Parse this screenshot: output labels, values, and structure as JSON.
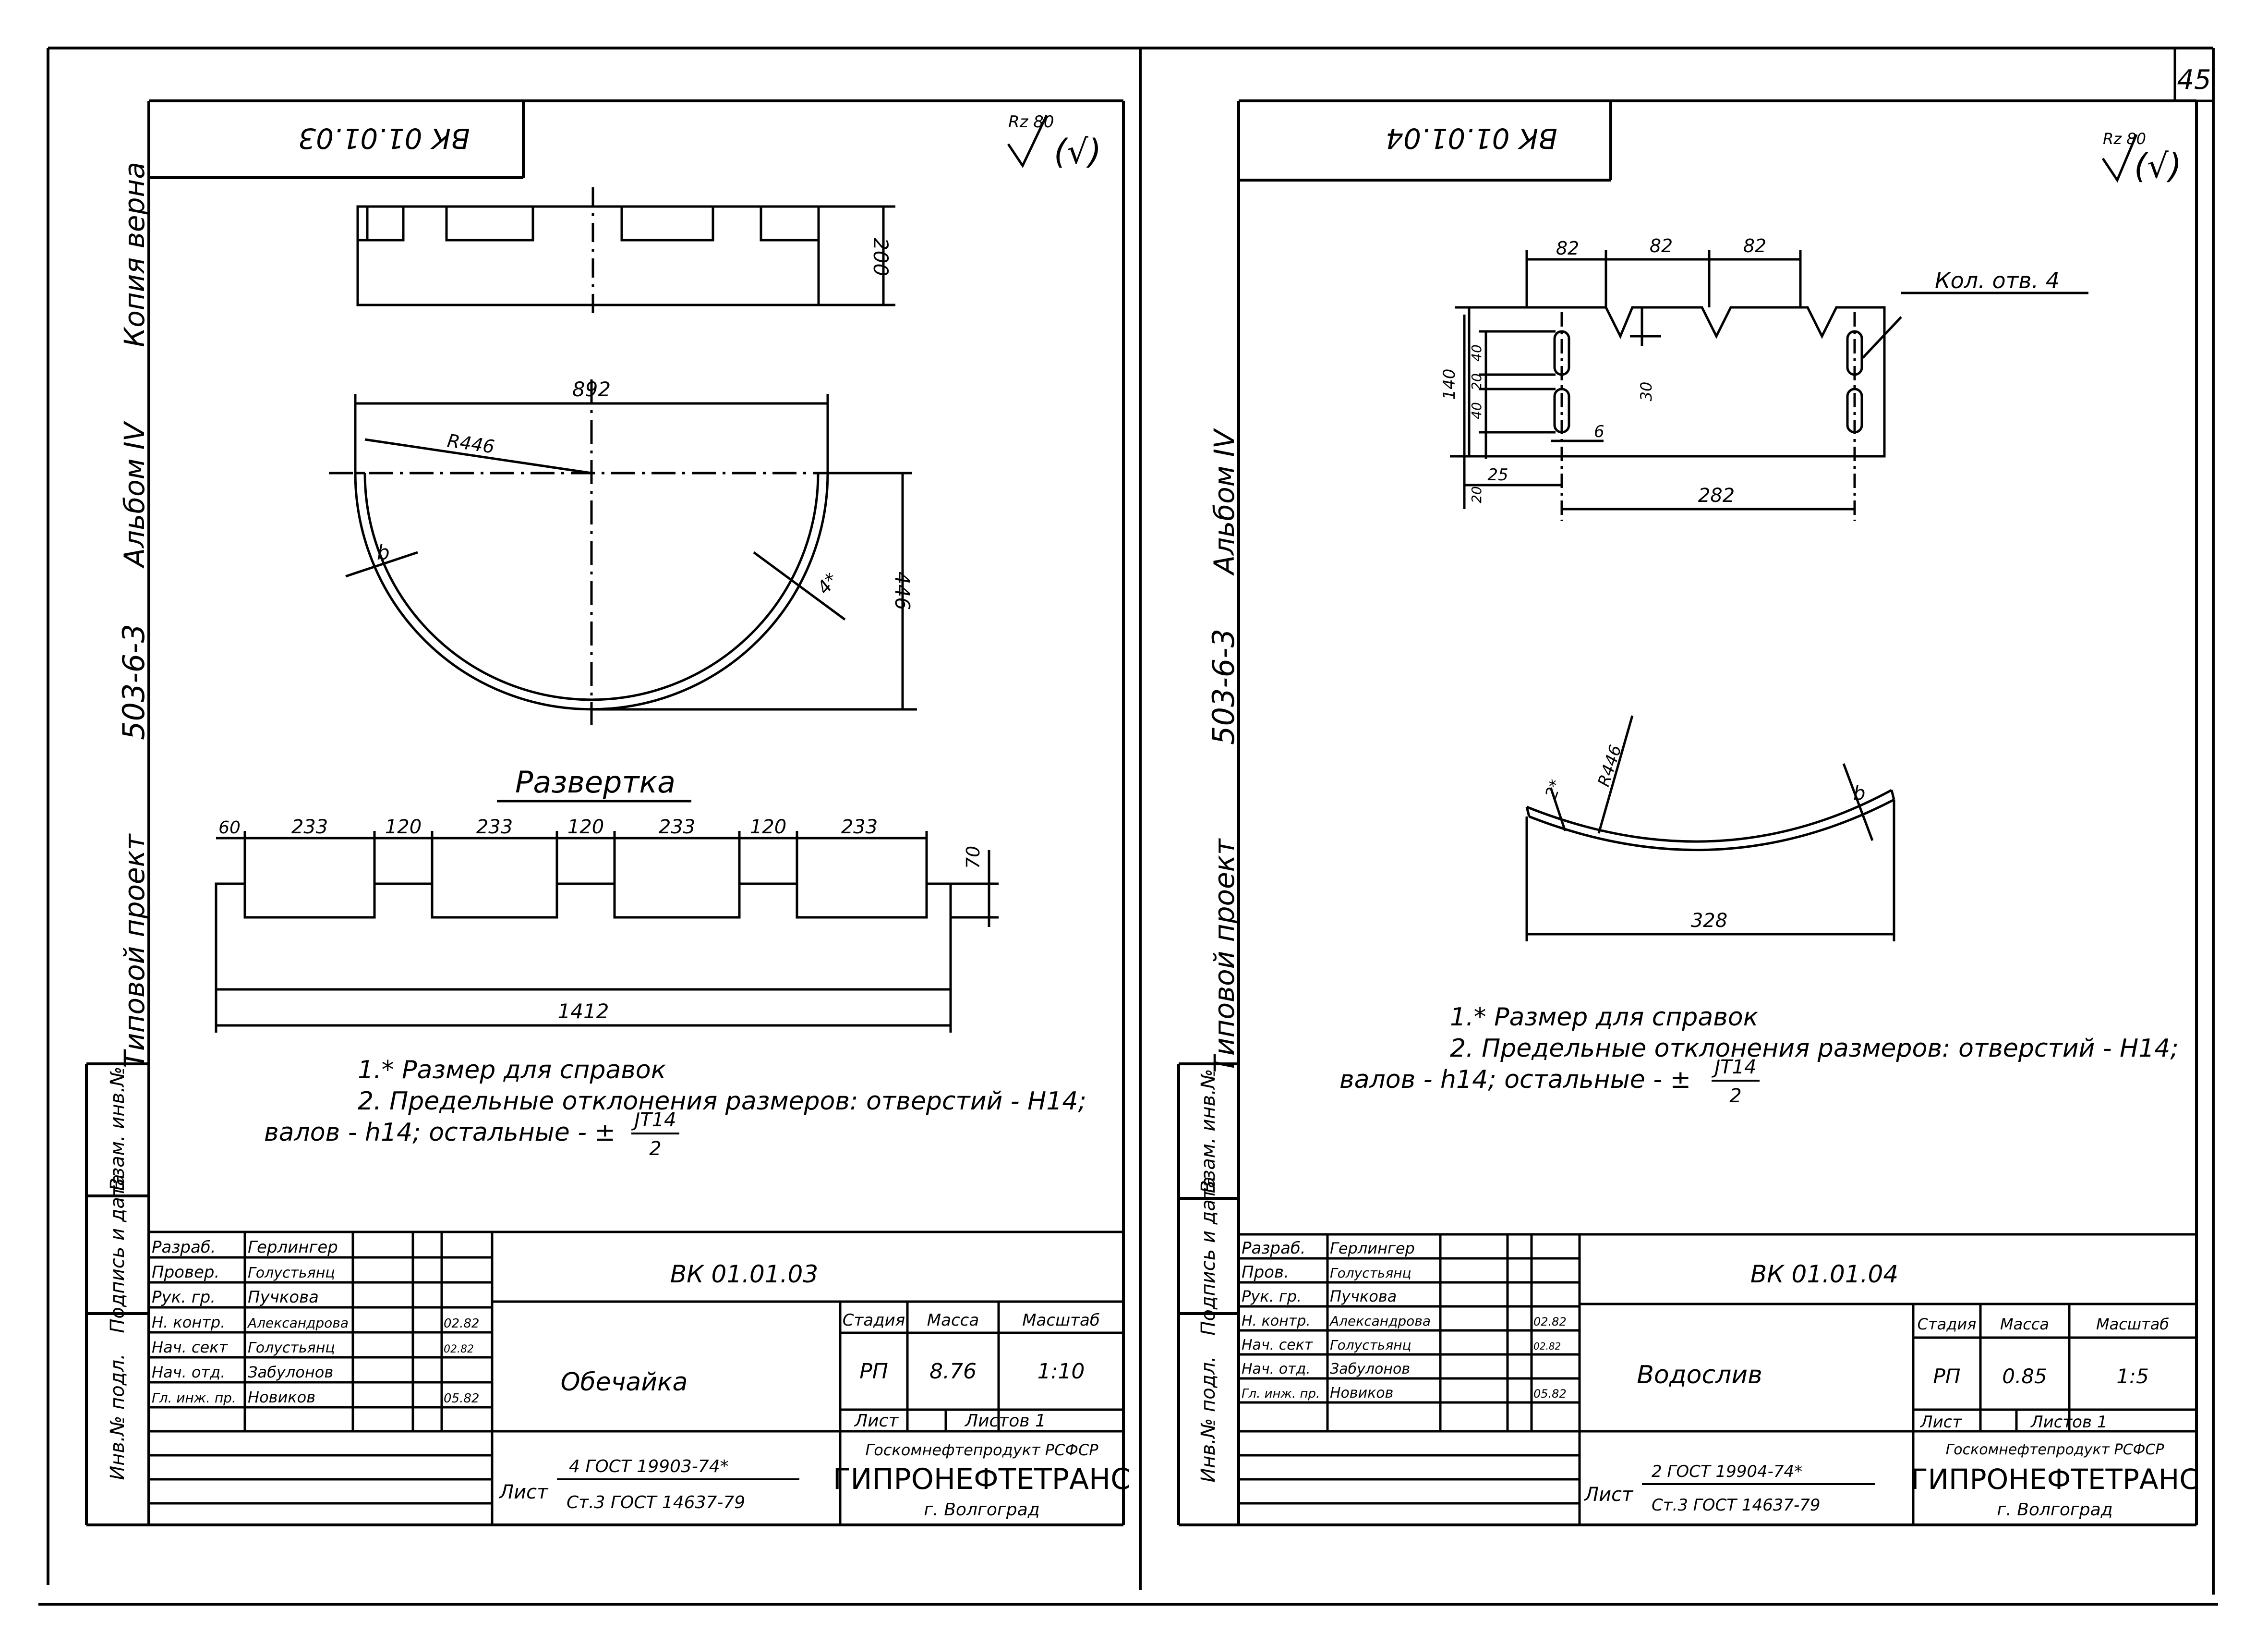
{
  "page_number": "45",
  "sheets": [
    {
      "code_rotated": "ВК 01.01.03",
      "roughness": "Rz 80",
      "side_labels": [
        "Копия верна",
        "Альбом IV",
        "503-6-3",
        "Типовой проект"
      ],
      "side_boxes": [
        "Взам. инв.№",
        "Подпись и дата",
        "Инв.№ подл."
      ],
      "view_height": "200",
      "arc_width": "892",
      "arc_radius": "R446",
      "arc_depth": "446",
      "arc_thickness": "4*",
      "arc_weld": "b",
      "razvertka_title": "Развертка",
      "razvertka_top": [
        "60",
        "233",
        "120",
        "233",
        "120",
        "233",
        "120",
        "233"
      ],
      "razvertka_notch": "70",
      "razvertka_total": "1412",
      "note1": "1.* Размер для справок",
      "note2": "2. Предельные отклонения размеров: отверстий - H14;",
      "note3": "валов - h14; остальные - ±",
      "note_frac_num": "JT14",
      "note_frac_den": "2",
      "tb": {
        "roles": [
          "Разраб.",
          "Провер.",
          "Рук. гр.",
          "Н. контр.",
          "Нач. сект",
          "Нач. отд.",
          "Гл. инж. пр."
        ],
        "names": [
          "Герлингер",
          "Голустьянц",
          "Пучкова",
          "Александрова",
          "Голустьянц",
          "Забулонов",
          "Новиков"
        ],
        "dates": [
          "",
          "",
          "",
          "02.82",
          "02.82",
          "",
          "05.82"
        ],
        "code": "ВК 01.01.03",
        "title": "Обечайка",
        "h_stage": "Стадия",
        "h_mass": "Масса",
        "h_scale": "Масштаб",
        "stage": "РП",
        "mass": "8.76",
        "scale": "1:10",
        "sheet_label": "Лист",
        "sheets_label": "Листов 1",
        "material_prefix": "Лист",
        "material1": "4 ГОСТ 19903-74*",
        "material2": "Ст.3 ГОСТ 14637-79",
        "org1": "Госкомнефтепродукт РСФСР",
        "org2": "ГИПРОНЕФТЕТРАНС",
        "org3": "г. Волгоград"
      }
    },
    {
      "code_rotated": "ВК 01.01.04",
      "roughness": "Rz 80",
      "side_labels": [
        "Альбом IV",
        "503-6-3",
        "Типовой проект"
      ],
      "side_boxes": [
        "Взам. инв.№",
        "Подпись и дата",
        "Инв.№ подл."
      ],
      "top_dims": [
        "82",
        "82",
        "82"
      ],
      "holes_label": "Кол. отв. 4",
      "left_dims": [
        "140",
        "40",
        "20",
        "40",
        "20"
      ],
      "notch_depth": "30",
      "slot_width": "6",
      "offset": "25",
      "length": "282",
      "arc_thickness": "2*",
      "arc_radius": "R446",
      "arc_weld": "b",
      "arc_chord": "328",
      "note1": "1.* Размер для справок",
      "note2": "2. Предельные отклонения размеров: отверстий - H14;",
      "note3": "валов - h14; остальные - ±",
      "note_frac_num": "JT14",
      "note_frac_den": "2",
      "tb": {
        "roles": [
          "Разраб.",
          "Пров.",
          "Рук. гр.",
          "Н. контр.",
          "Нач. сект",
          "Нач. отд.",
          "Гл. инж. пр."
        ],
        "names": [
          "Герлингер",
          "Голустьянц",
          "Пучкова",
          "Александрова",
          "Голустьянц",
          "Забулонов",
          "Новиков"
        ],
        "dates": [
          "",
          "",
          "",
          "02.82",
          "02.82",
          "",
          "05.82"
        ],
        "code": "ВК 01.01.04",
        "title": "Водослив",
        "h_stage": "Стадия",
        "h_mass": "Масса",
        "h_scale": "Масштаб",
        "stage": "РП",
        "mass": "0.85",
        "scale": "1:5",
        "sheet_label": "Лист",
        "sheets_label": "Листов 1",
        "material_prefix": "Лист",
        "material1": "2 ГОСТ 19904-74*",
        "material2": "Ст.3 ГОСТ 14637-79",
        "org1": "Госкомнефтепродукт РСФСР",
        "org2": "ГИПРОНЕФТЕТРАНС",
        "org3": "г. Волгоград"
      }
    }
  ]
}
